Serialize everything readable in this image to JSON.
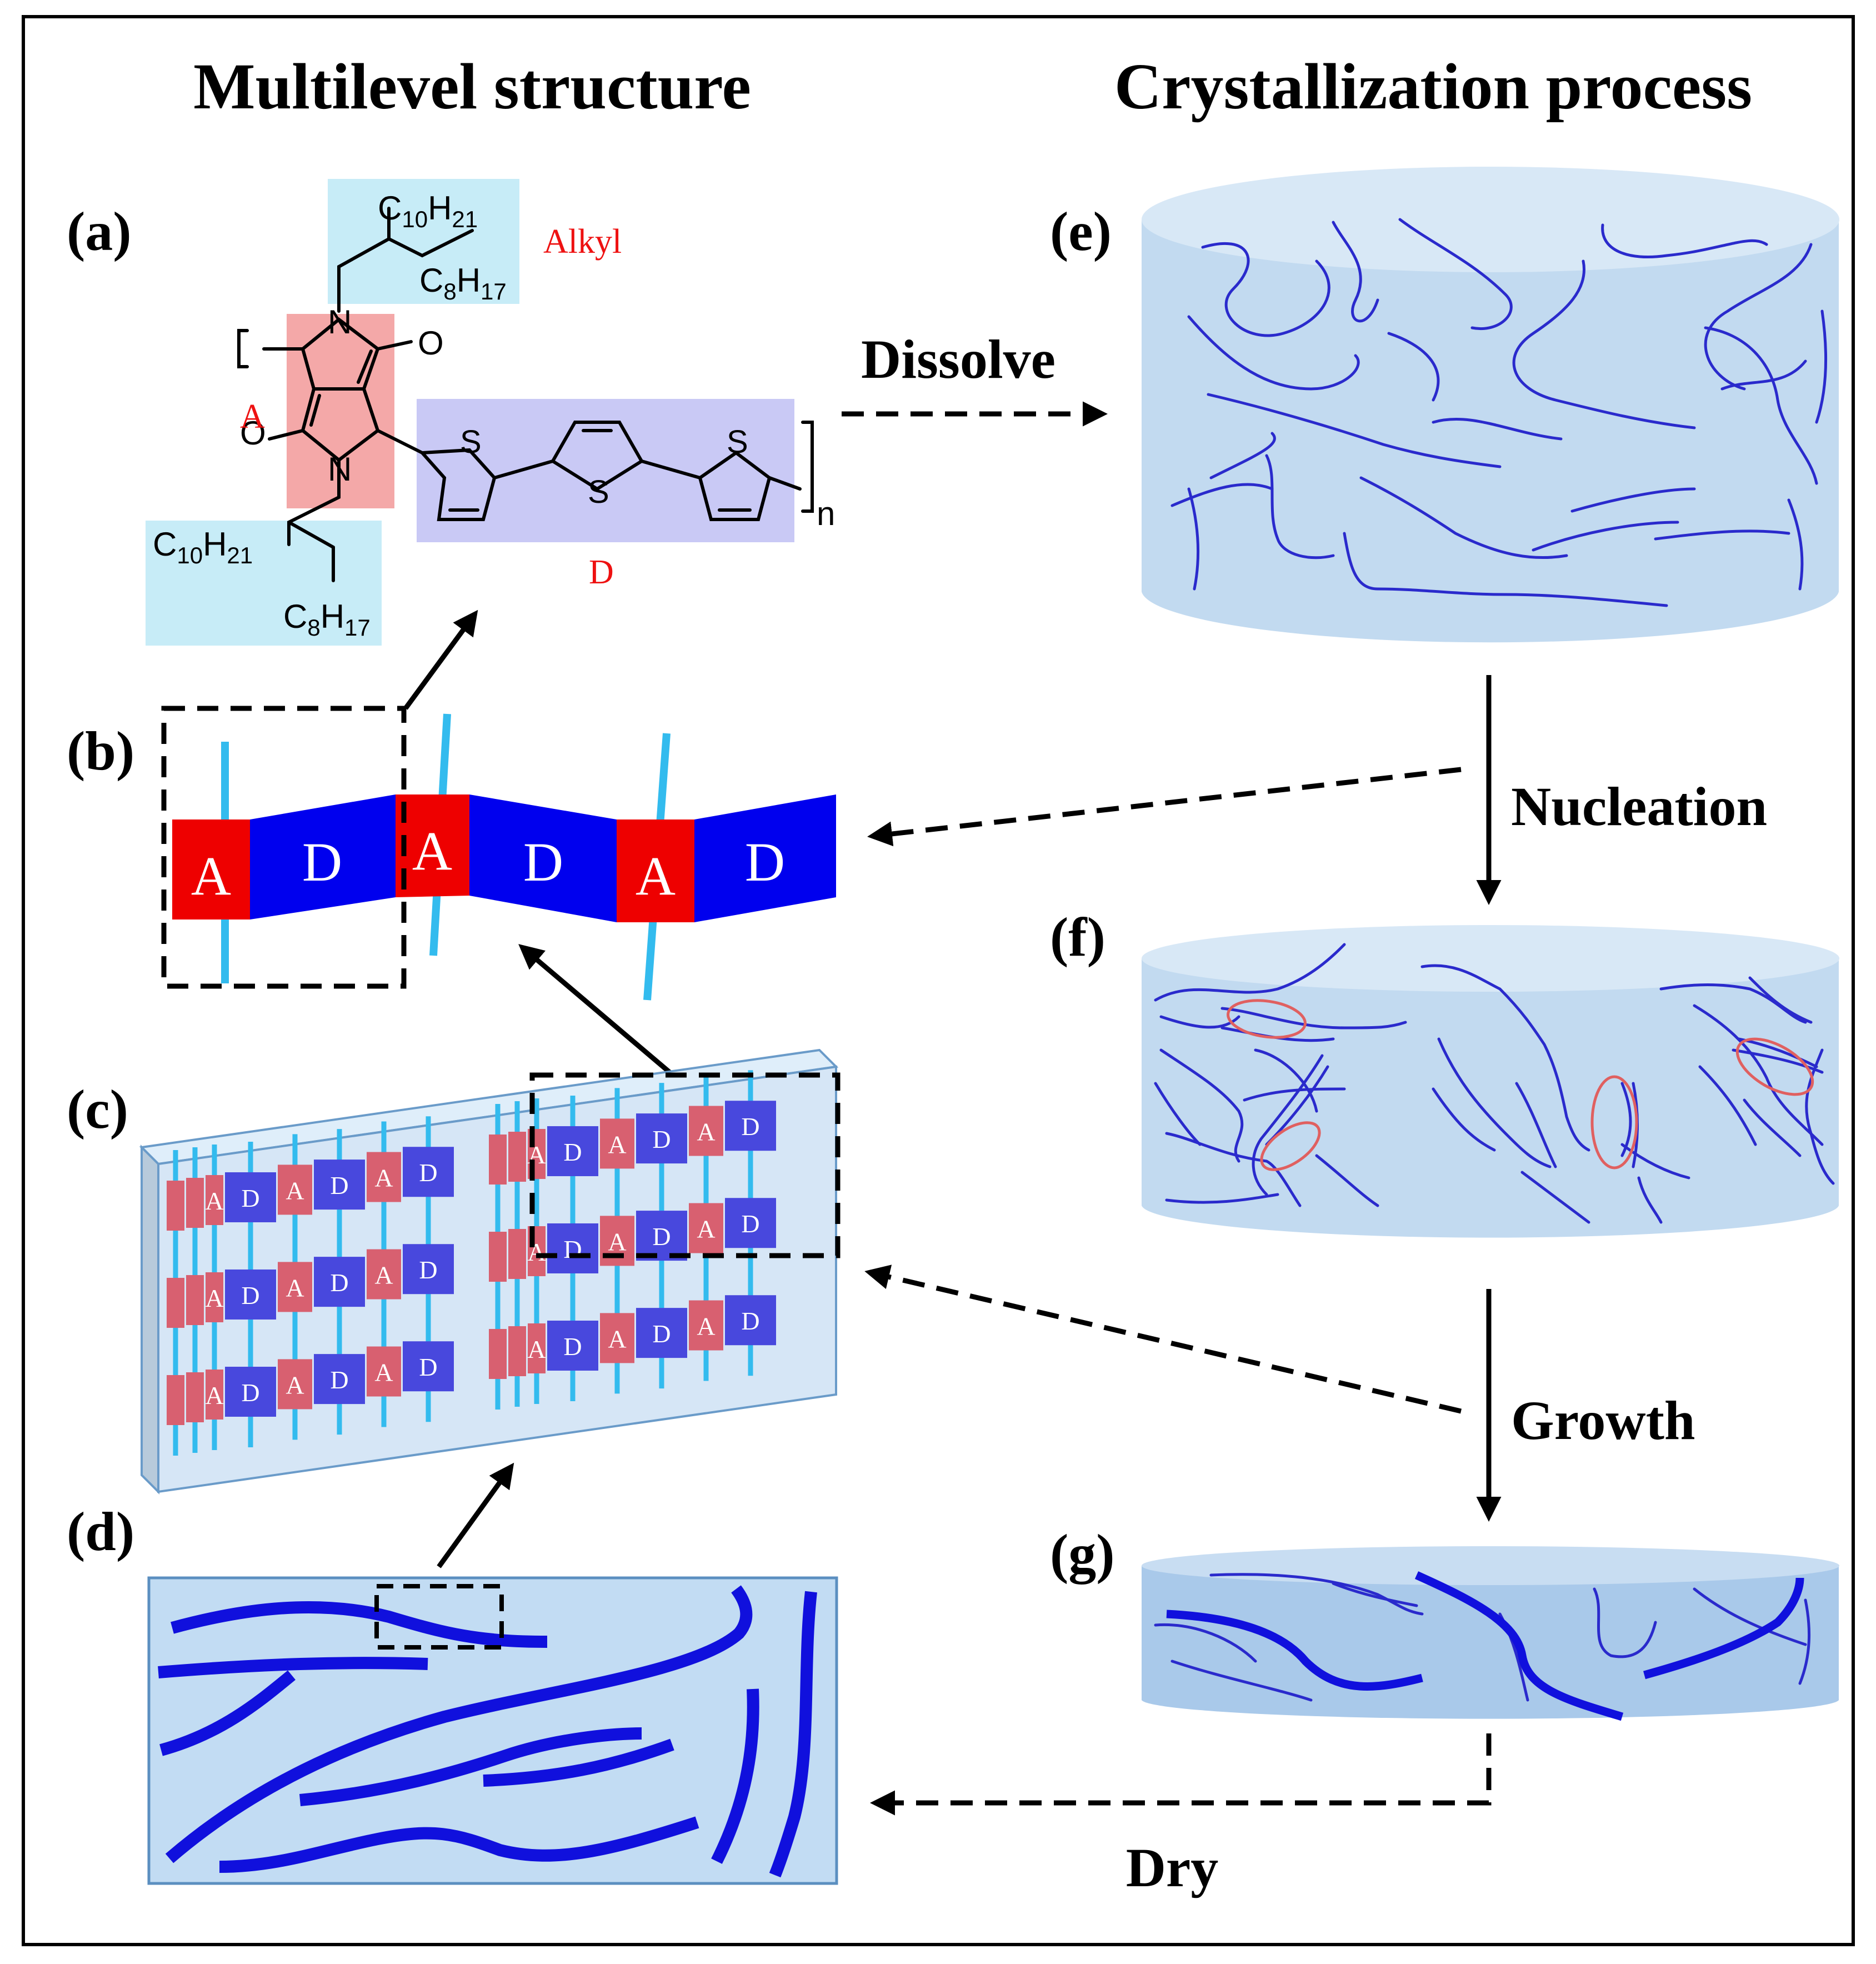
{
  "headings": {
    "left": "Multilevel structure",
    "right": "Crystallization process"
  },
  "panel_labels": {
    "a": "(a)",
    "b": "(b)",
    "c": "(c)",
    "d": "(d)",
    "e": "(e)",
    "f": "(f)",
    "g": "(g)"
  },
  "molecule": {
    "side_chain_top_a": "C",
    "side_chain_top_a_sub": "10",
    "side_chain_top_a_h": "H",
    "side_chain_top_a_hsub": "21",
    "side_chain_top_b": "C",
    "side_chain_top_b_sub": "8",
    "side_chain_top_b_h": "H",
    "side_chain_top_b_hsub": "17",
    "side_chain_bot_a": "C",
    "side_chain_bot_a_sub": "10",
    "side_chain_bot_a_h": "H",
    "side_chain_bot_a_hsub": "21",
    "side_chain_bot_b": "C",
    "side_chain_bot_b_sub": "8",
    "side_chain_bot_b_h": "H",
    "side_chain_bot_b_hsub": "17",
    "alkyl_label": "Alkyl",
    "acceptor_label": "A",
    "donor_label": "D",
    "nitrogen": "N",
    "oxygen": "O",
    "sulfur": "S",
    "repeat": "n"
  },
  "chain_blocks": {
    "acceptor": "A",
    "donor": "D"
  },
  "process_steps": {
    "dissolve": "Dissolve",
    "nucleation": "Nucleation",
    "growth": "Growth",
    "dry": "Dry"
  },
  "colors": {
    "acceptor": "#ff0000",
    "donor": "#0000ee",
    "side_chain": "#33bbee",
    "alkyl_box": "#c7ecf7",
    "acceptor_box": "#f4a8a8",
    "donor_box": "#c9c9f5",
    "solution": "#c2daf0",
    "chain_line": "#2a2acc",
    "nucleus_ring": "#e06060",
    "label_red": "#ee1111"
  }
}
